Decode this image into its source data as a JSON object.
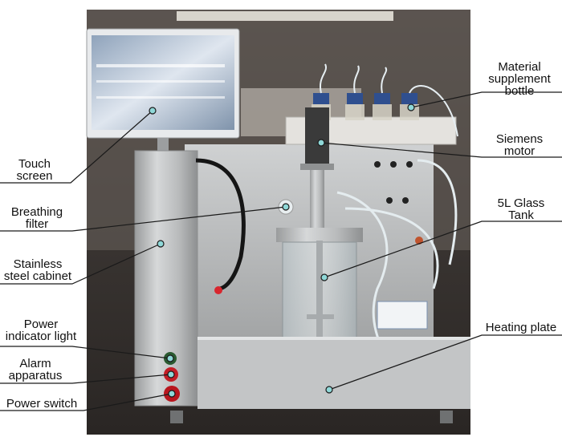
{
  "colors": {
    "marker_fill": "#8fd8d8",
    "leader_line": "#1a1a1a",
    "label_text": "#111111",
    "stainless": "#c9cbcc",
    "photo_background": "#2b2826"
  },
  "labels": {
    "touch_screen": [
      "Touch",
      "screen"
    ],
    "breathing_filter": [
      "Breathing",
      "filter"
    ],
    "stainless_cabinet": [
      "Stainless",
      "steel cabinet"
    ],
    "power_indicator": [
      "Power",
      "indicator light"
    ],
    "alarm_apparatus": [
      "Alarm",
      "apparatus"
    ],
    "power_switch": [
      "Power switch"
    ],
    "material_bottle": [
      "Material",
      "supplement",
      "bottle"
    ],
    "siemens_motor": [
      "Siemens",
      "motor"
    ],
    "glass_tank": [
      "5L Glass",
      "Tank"
    ],
    "heating_plate": [
      "Heating plate"
    ]
  }
}
